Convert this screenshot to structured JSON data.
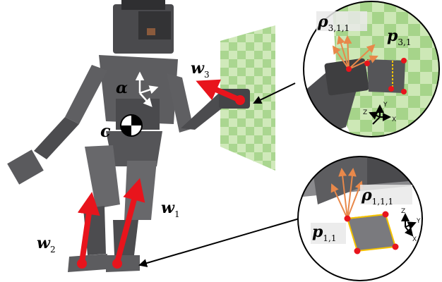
{
  "colors": {
    "force_arrow": "#e8141c",
    "contact_point": "#e8141c",
    "cone_vector": "#e8884a",
    "support_line": "#f5c200",
    "wall_light": "#cde8b6",
    "wall_dark": "#a6d48a",
    "robot_dark": "#3e3e40",
    "robot_mid": "#5d5d60",
    "robot_light": "#8a8a8d"
  },
  "labels": {
    "w3": "w",
    "w3_sub": "3",
    "w1": "w",
    "w1_sub": "1",
    "w2": "w",
    "w2_sub": "2",
    "alpha": "α",
    "c": "c",
    "rho_hand": "ρ",
    "rho_hand_sub": "3,1,1",
    "p_hand": "p",
    "p_hand_sub": "3,1",
    "rho_foot": "ρ",
    "rho_foot_sub": "1,1,1",
    "p_foot": "p",
    "p_foot_sub": "1,1"
  },
  "axes_hand": {
    "x": "X",
    "y": "Y",
    "z": "Z"
  },
  "axes_foot": {
    "x": "X",
    "y": "Y",
    "z": "Z"
  },
  "icons": [
    "center-of-mass-icon",
    "frame-axes-icon"
  ]
}
